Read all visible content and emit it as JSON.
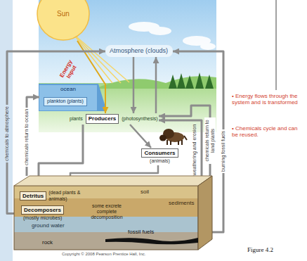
{
  "diagram": {
    "caption": "Figure 4.2",
    "nodes": [
      {
        "text": [
          "Sun"
        ]
      },
      {
        "text": [
          "Atmosphere (clouds)"
        ]
      },
      {
        "text": [
          "ocean"
        ]
      },
      {
        "text": [
          "plankton (plants)"
        ],
        "in": 2
      },
      {
        "text": [
          "plants",
          "Producers",
          "(photosynthesis)"
        ]
      },
      {
        "text": [
          "Consumers",
          "(animals)"
        ]
      },
      {
        "text": [
          "soil",
          "sediments",
          "ground water",
          "rock"
        ]
      },
      {
        "text": [
          "Detritus",
          "(dead plants & animals)"
        ],
        "in": 6
      },
      {
        "text": [
          "Decomposers",
          "(mostly microbes)"
        ],
        "in": 6
      },
      {
        "text": [
          "fossil fuels"
        ],
        "in": 6
      }
    ],
    "edges": [
      {
        "from": 0,
        "to": 4,
        "arrow": "to",
        "label": "Energy Input"
      },
      {
        "from": 1,
        "to": 4,
        "arrow": "to"
      },
      {
        "from": 4,
        "to": 1,
        "arrow": "to"
      },
      {
        "from": 4,
        "to": 5,
        "arrow": "to"
      },
      {
        "from": 4,
        "to": 7,
        "arrow": "to"
      },
      {
        "from": 5,
        "to": 7,
        "arrow": "to"
      },
      {
        "from": 8,
        "to": 1,
        "arrow": "to",
        "label": "chemicals to atmosphere"
      },
      {
        "from": 6,
        "to": 2,
        "arrow": "to",
        "label": "chemicals return to ocean"
      },
      {
        "from": 6,
        "to": 4,
        "arrow": "to",
        "label": "weathering and erosion"
      },
      {
        "from": 6,
        "to": 4,
        "arrow": "to",
        "label": "chemicals return to land plants"
      },
      {
        "from": 9,
        "to": 1,
        "arrow": "to",
        "label": "burning fossil fuels"
      }
    ],
    "labels": [
      "some excrete complete decomposition",
      "• Energy flows through the system and is transformed",
      "• Chemicals cycle and can be reused.",
      "Copyright © 2008 Pearson Prentice Hall, Inc."
    ]
  }
}
